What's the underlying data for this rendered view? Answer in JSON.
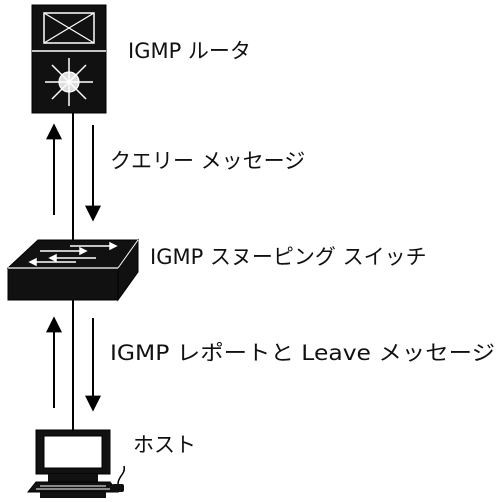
{
  "labels": {
    "router": "IGMP ルータ",
    "query_message": "クエリー メッセージ",
    "snooping_switch": "IGMP スヌーピング スイッチ",
    "report_leave": "IGMP レポートと Leave メッセージ",
    "host": "ホスト"
  },
  "colors": {
    "device_fill": "#111111",
    "line": "#000000",
    "text": "#111111"
  },
  "icons": [
    "router-icon",
    "switch-icon",
    "host-computer-icon"
  ]
}
